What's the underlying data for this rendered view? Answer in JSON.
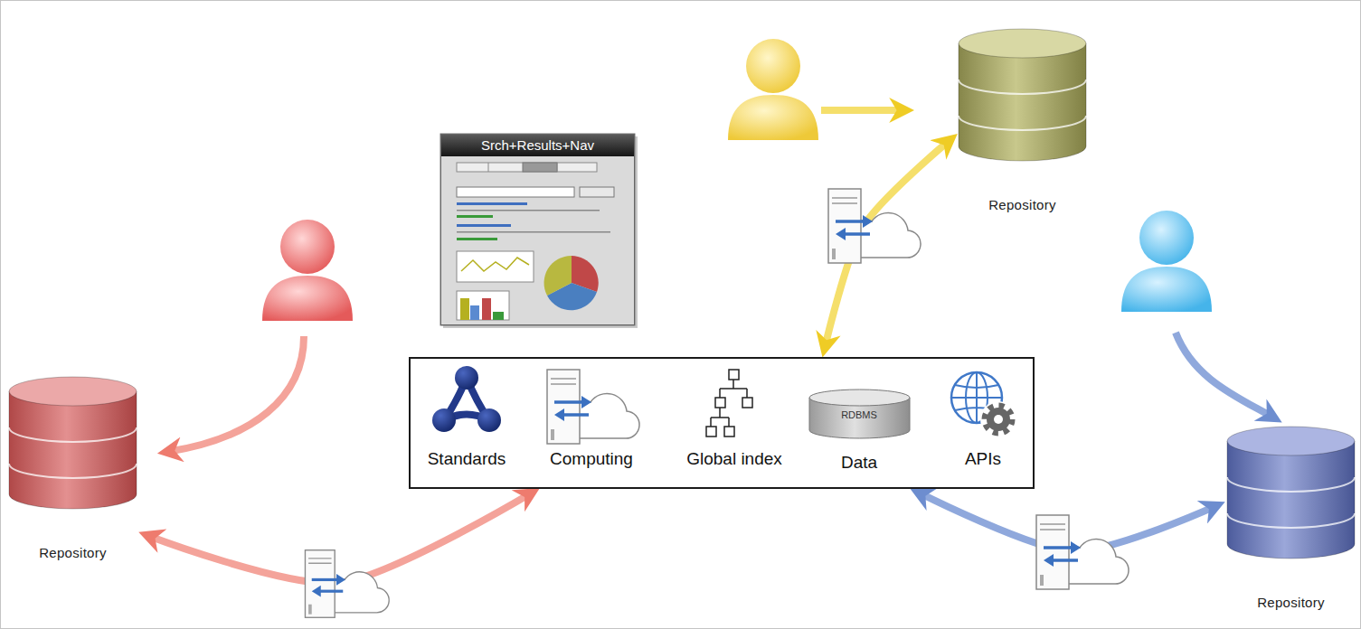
{
  "diagram": {
    "nodes": [
      {
        "text": [
          "Srch+Results+Nav"
        ]
      },
      {
        "text": [
          "Repository"
        ]
      },
      {
        "text": []
      },
      {
        "text": [
          "Standards"
        ],
        "in": 2
      },
      {
        "text": [
          "Computing"
        ],
        "in": 2
      },
      {
        "text": [
          "Global index"
        ],
        "in": 2
      },
      {
        "text": [
          "RDBMS",
          "Data"
        ],
        "in": 2
      },
      {
        "text": [
          "APIs"
        ],
        "in": 2
      },
      {
        "text": [
          "Repository"
        ]
      },
      {
        "text": [
          "Repository"
        ]
      }
    ],
    "edges": [
      {
        "from": 1,
        "to": 2,
        "arrow": "both"
      },
      {
        "from": 8,
        "to": 2,
        "arrow": "both"
      },
      {
        "from": 9,
        "to": 2,
        "arrow": "both"
      }
    ]
  }
}
